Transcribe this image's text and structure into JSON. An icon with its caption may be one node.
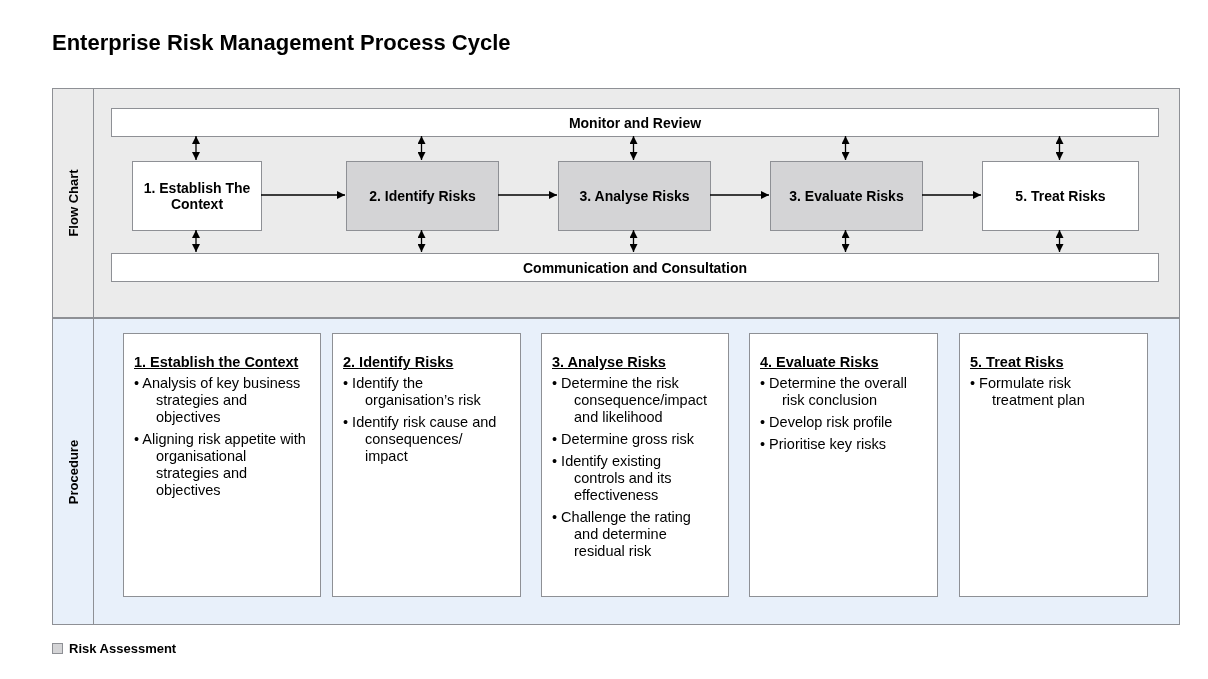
{
  "diagram": {
    "title": "Enterprise Risk Management Process Cycle",
    "nodes": [
      {
        "text": [
          "Flow Chart"
        ]
      },
      {
        "text": [
          "Monitor and Review"
        ],
        "in": 0
      },
      {
        "text": [
          "1. Establish The Context"
        ],
        "in": 0
      },
      {
        "text": [
          "2. Identify Risks"
        ],
        "in": 0
      },
      {
        "text": [
          "3. Analyse Risks"
        ],
        "in": 0
      },
      {
        "text": [
          "3. Evaluate Risks"
        ],
        "in": 0
      },
      {
        "text": [
          "5. Treat Risks"
        ],
        "in": 0
      },
      {
        "text": [
          "Communication and Consultation"
        ],
        "in": 0
      },
      {
        "text": [
          "Procedure"
        ]
      },
      {
        "text": [
          "1. Establish the Context",
          "• Analysis of key business strategies and objectives",
          "• Aligning risk appetite with organisational strategies and objectives"
        ],
        "in": 8
      },
      {
        "text": [
          "2. Identify Risks",
          "• Identify the organisation’s risk",
          "• Identify risk cause and consequences/ impact"
        ],
        "in": 8
      },
      {
        "text": [
          "3. Analyse Risks",
          "• Determine the risk consequence/impact and likelihood",
          "• Determine gross risk",
          "• Identify existing controls and its effectiveness",
          "• Challenge the rating and determine residual risk"
        ],
        "in": 8
      },
      {
        "text": [
          "4. Evaluate Risks",
          "• Determine the overall risk conclusion",
          "• Develop risk profile",
          "• Prioritise key risks"
        ],
        "in": 8
      },
      {
        "text": [
          "5. Treat Risks",
          "• Formulate risk treatment plan"
        ],
        "in": 8
      }
    ],
    "edges": [
      {
        "from": 2,
        "to": 3,
        "arrow": "to"
      },
      {
        "from": 3,
        "to": 4,
        "arrow": "to"
      },
      {
        "from": 4,
        "to": 5,
        "arrow": "to"
      },
      {
        "from": 5,
        "to": 6,
        "arrow": "to"
      },
      {
        "from": 1,
        "to": 2,
        "arrow": "both"
      },
      {
        "from": 1,
        "to": 3,
        "arrow": "both"
      },
      {
        "from": 1,
        "to": 4,
        "arrow": "both"
      },
      {
        "from": 1,
        "to": 5,
        "arrow": "both"
      },
      {
        "from": 1,
        "to": 6,
        "arrow": "both"
      },
      {
        "from": 2,
        "to": 7,
        "arrow": "both"
      },
      {
        "from": 3,
        "to": 7,
        "arrow": "both"
      },
      {
        "from": 4,
        "to": 7,
        "arrow": "both"
      },
      {
        "from": 5,
        "to": 7,
        "arrow": "both"
      },
      {
        "from": 6,
        "to": 7,
        "arrow": "both"
      }
    ],
    "legend": [
      {
        "text": "Risk Assessment",
        "color": "#d4d4d6"
      }
    ]
  }
}
